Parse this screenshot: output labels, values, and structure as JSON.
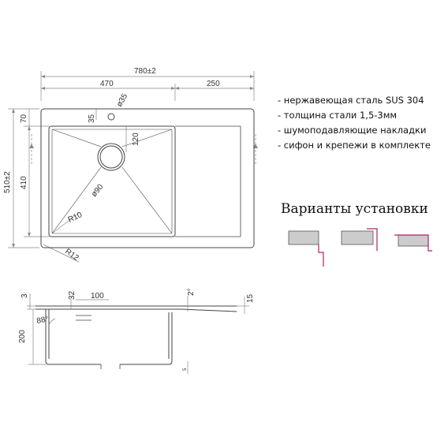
{
  "specs": [
    "- нержавеющая сталь SUS 304",
    "- толщина стали 1,5-3мм",
    "- шумоподавляющие накладки",
    "- сифон и крепежи в комплекте"
  ],
  "variants_title": "Варианты установки",
  "dimensions": {
    "total_width": "780±2",
    "bowl_width": "470",
    "drainboard_width": "250",
    "total_height": "510±2",
    "top_offset": "70",
    "bowl_height": "410",
    "tap_hole_offset": "35",
    "tap_hole_diameter": "ø35",
    "drain_offset": "120",
    "drain_diameter": "ø90",
    "inner_radius": "R10",
    "outer_radius": "R12",
    "section_depth": "200",
    "rim_thickness": "3",
    "angle": "88°",
    "drain_x_offset": "32",
    "drain_spacing": "100",
    "slope": "2°",
    "drainboard_lip": "15",
    "edge_small": "5"
  },
  "colors": {
    "line": "#444444",
    "dim_line": "#888888",
    "install_accent": "#b0206a",
    "countertop": "#cccccc"
  }
}
